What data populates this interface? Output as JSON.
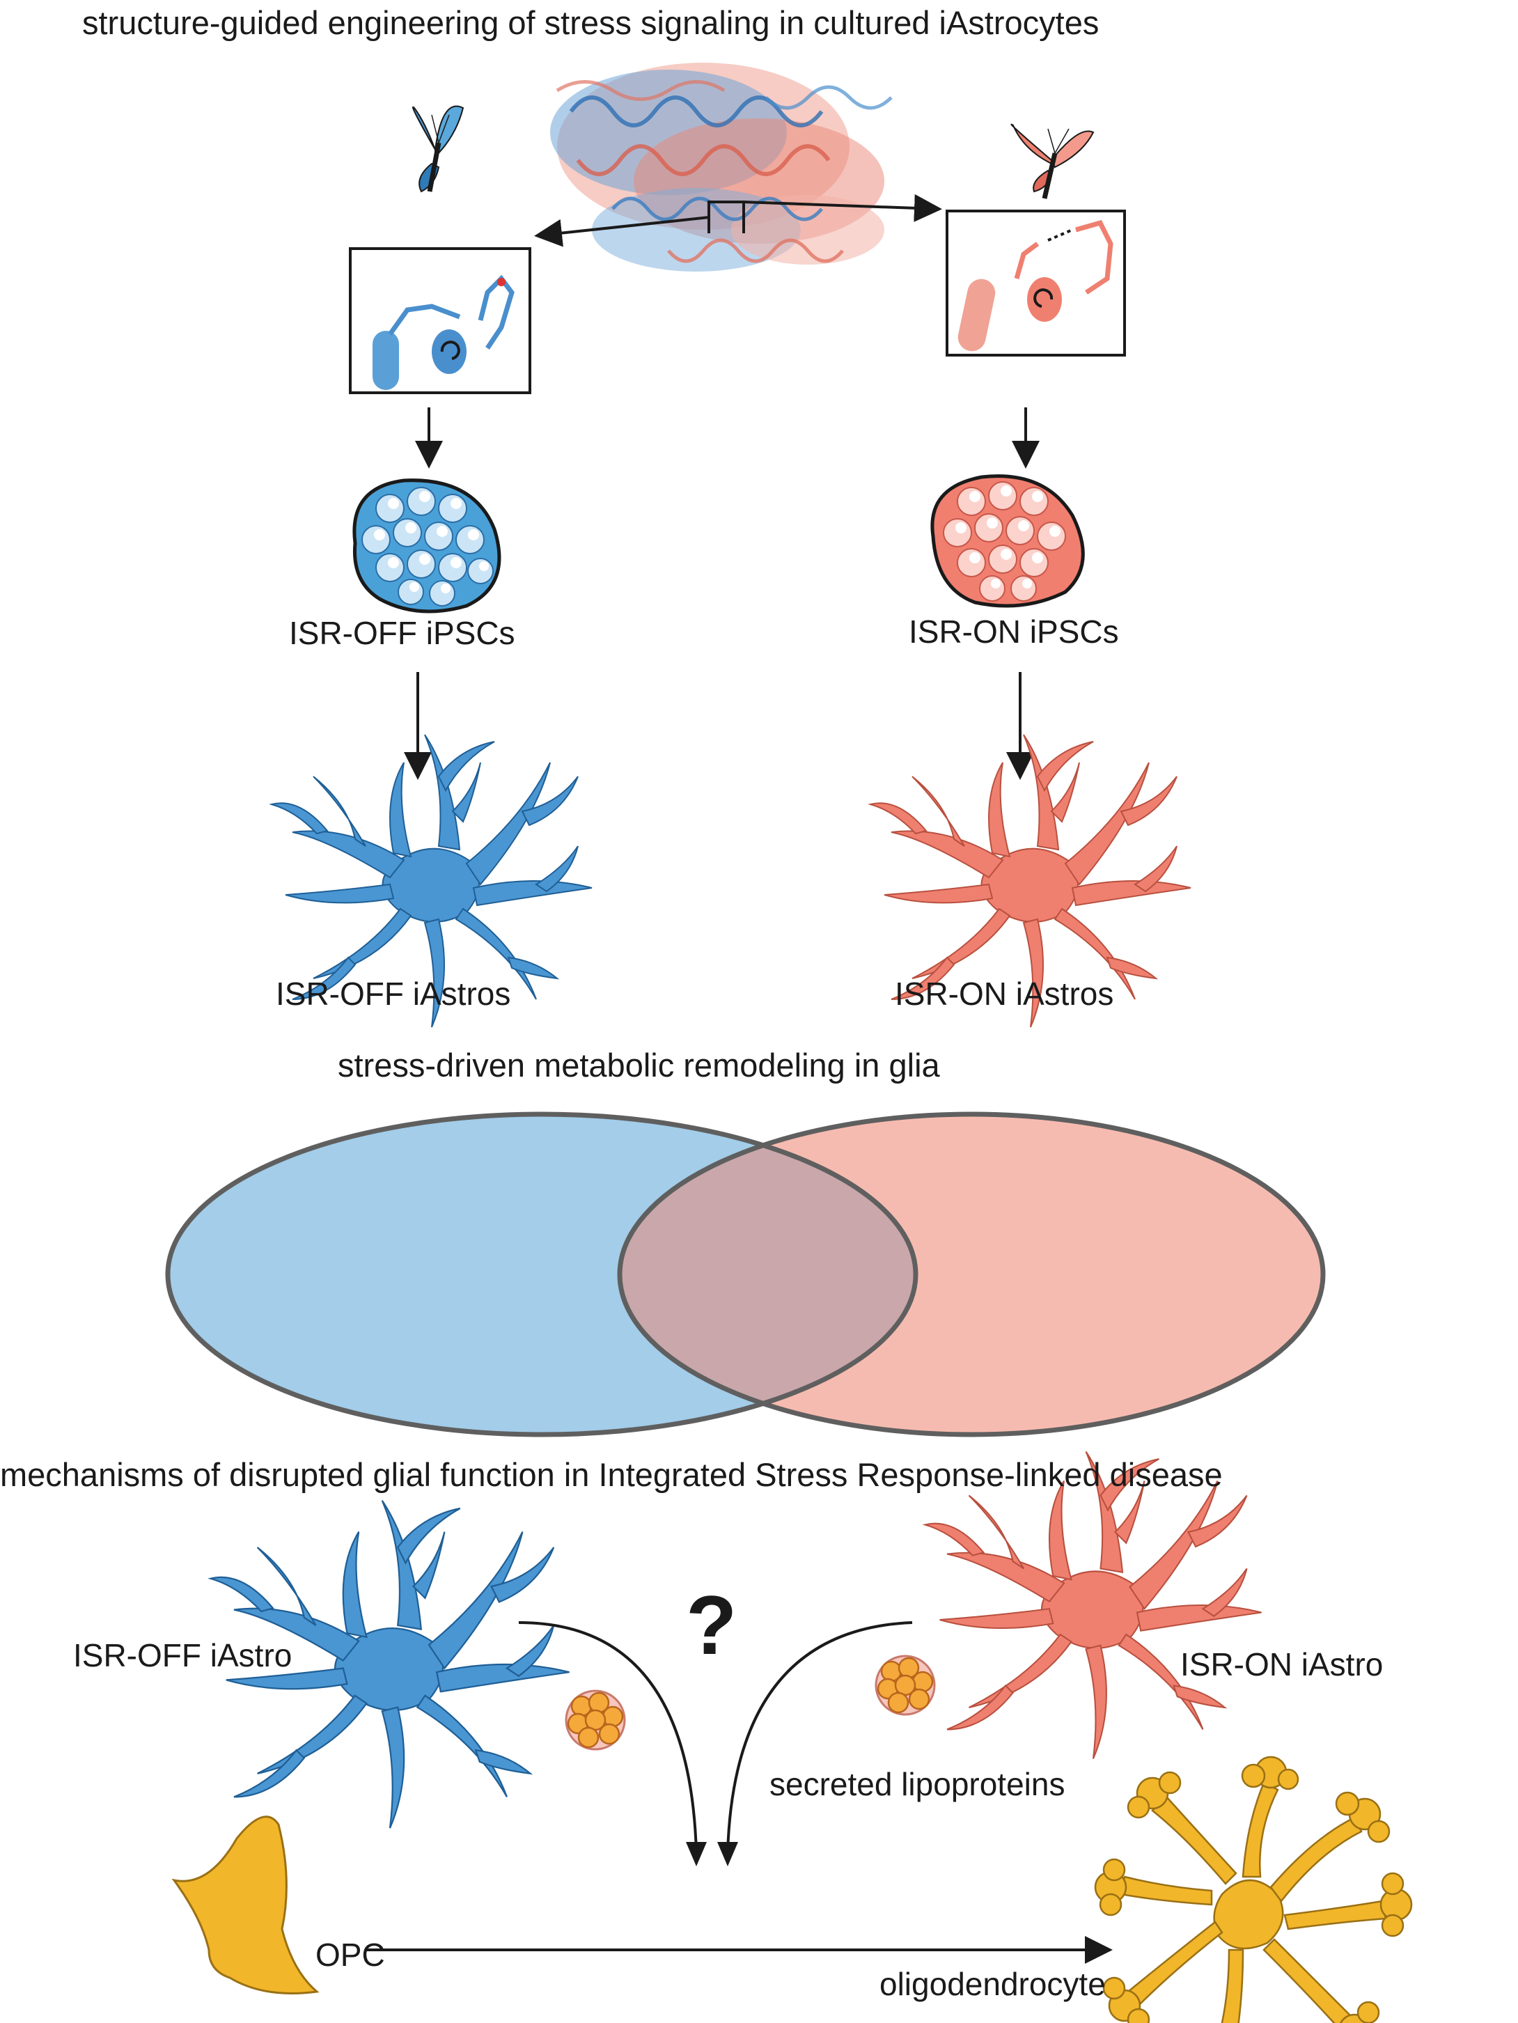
{
  "titles": {
    "top": "structure-guided engineering of stress signaling in cultured iAstrocytes",
    "middle": "stress-driven metabolic remodeling in glia",
    "bottom": "mechanisms of disrupted glial function in Integrated Stress Response-linked disease"
  },
  "labels": {
    "isr_off_ipscs": "ISR-OFF iPSCs",
    "isr_on_ipscs": "ISR-ON iPSCs",
    "isr_off_iastros": "ISR-OFF iAstros",
    "isr_on_iastros": "ISR-ON iAstros",
    "isr_off_iastro": "ISR-OFF iAstro",
    "isr_on_iastro": "ISR-ON iAstro",
    "question": "?",
    "lipoproteins": "secreted lipoproteins",
    "opc": "OPC",
    "oligodendrocyte": "oligodendrocyte"
  },
  "colors": {
    "isr_off": "#4a96d2",
    "isr_on": "#ef8070",
    "venn_left": "#a3cde9",
    "venn_right": "#f6bbb0",
    "venn_overlap": "#c9a7aa",
    "opc": "#f2b62a",
    "lipoprotein": "#f5a93a",
    "outline": "#1a1a1a"
  },
  "icons": [
    "butterfly-icon",
    "protein-structure-icon",
    "cell-colony-icon",
    "astrocyte-icon",
    "lipoprotein-icon",
    "opc-icon",
    "oligodendrocyte-icon"
  ]
}
